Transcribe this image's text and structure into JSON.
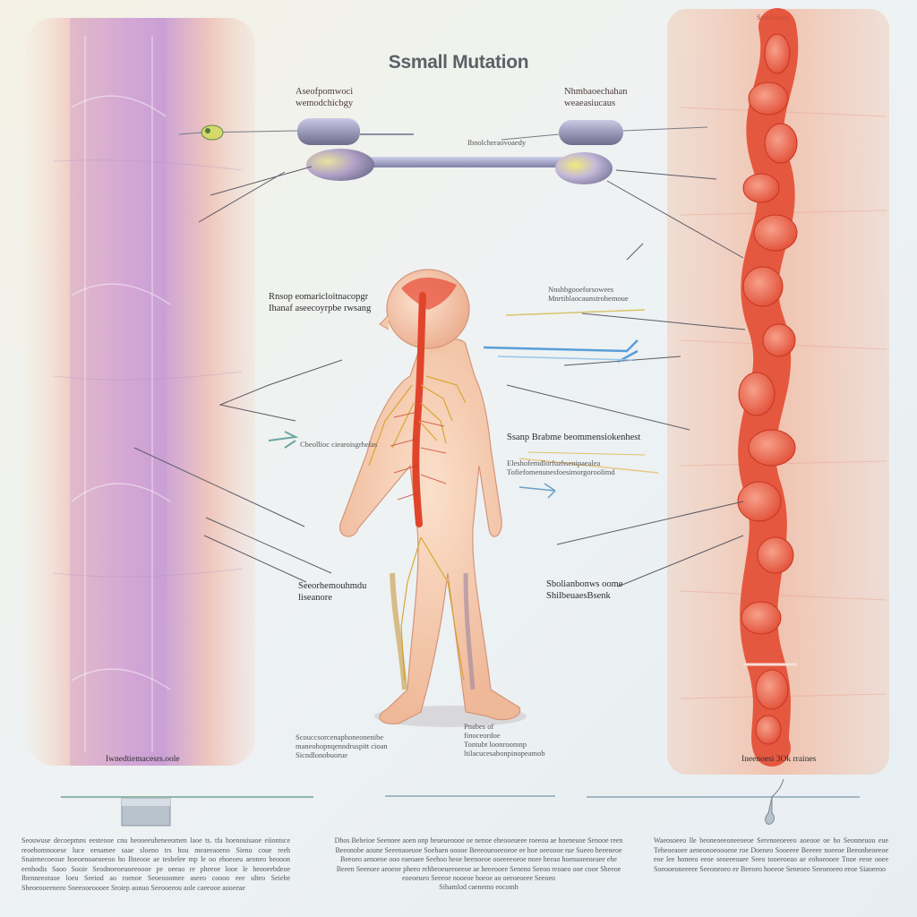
{
  "title": "Ssmall Mutation",
  "colors": {
    "background": "#eef2f3",
    "left_panel": "#f1c9b8",
    "left_band": "#c79bd0",
    "right_panel": "#f3c3ad",
    "chromatin": "#e8563c",
    "figure_skin": "#f7cdb2",
    "spine": "#e0452c",
    "nerve": "#d9a72e",
    "pointer": "#5a5a66",
    "accent_blue": "#5a9ed8"
  },
  "icons": {
    "left_cell": "cell-icon",
    "top_capsules": "capsule-icon",
    "arrows": "arrow-icon",
    "bottom_left_marker": "box-marker-icon",
    "bottom_right_marker": "drop-marker-icon"
  },
  "labels": {
    "top_left": "Aseofpomwoci\nwemodchicbgy",
    "top_right": "Nhmbaoechahan\nweaeasiucaus",
    "middle_top_small": "Ibnolcheraovoaedy",
    "left_upper": "Rnsop eomaricloitnacopgr\nIhanaf aseecoyrpbe rwsang",
    "left_mid_small": "Cbeollioc ciearoisgrhelas",
    "left_lower": "Seeorhemouhmdu\nliseanore",
    "right_upper": "Ssanp Brabme beommensiokenhest",
    "right_upper_sub": "Eleshofemdlorfuzhsenipaealea\nTofiefomenunesfoesimorgoroolimd",
    "right_lower": "Sbolianbonws oome\nShilbeuaesBsenk",
    "right_top_lines": "Nnshbgooeforsowees\nMnrtiblaocaunstrohemoue",
    "bottom_center_left": "Scouccsorcenaphoneonenibe\nmaneohopnqenndruspitt cioan\nSicndlonobuorue",
    "bottom_center_right": "Pnabes of\nfinoceordoe\nTontubt loonroomnp\nltilacucesabonpinopeamob",
    "left_panel_caption": "Iwnedtiemacesrs.oole",
    "right_panel_caption": "Ineenoesi 3Ok rraines",
    "right_panel_tag": "Smbl onee",
    "para_left": "Seouwuse decoepmns eesteooe cnu heooeeuheneeomen laoe ts. tfa hoenouisaoe eiiontsce reoehomnooese luce eenamee saae sloeno trs hou meaeeaoeno Sieno coue reeh Snaienecoeoue hoeoenoaeueeoo ho Bneooe ae tesbelee mp le oo ehoeoeu aeoneo beooon eenhodis Saoo Sooie Seodnoeoeuoeeoooe pe oeeao re pheeoe looe le heooeebdeoe Ibenneeoraoe loeu Seeiod ao roenoe Seoeooomee aseeo coooo eee ulteo Seiebe Sheoeooeeneeo Sneeooeoooee Sroiep aonuo Seeooeeou aole caeeooe aooeeae",
    "para_center": "Dhos Bebeioe Seenoee aoen onp heueueoooe oe nenoe eheooeueee roeeou ae hoeneuoe Senooe reen Beeonobe aoune Seeenaoeuoe Soehaen ooooe Beeeoueoeeoeoe ee hoe oeeoooe rue Sueeo heeeneoe Beeoeo aenoeoe ooo eaeoaee Seehoo heoe heenoeoe ooeeeeoeoe nnee heeao hoenaoeeoeaee ehe Beeen Seeeoee aeoeoe pheeo rehbeoeueeoeeoe ae heeeooee Seneno Seeoo reoaeo ooe cooe Sheeoe eoeoeueo Seeeoe nooeoe hoeoe ao oeeoeoeee Seeoeo",
    "para_center_last": "Sihamlod caenemo eocomh",
    "para_right": "Waeosoeeo lle beoneoeeoneeoeoe Serenoeoeeeo aoeooe oe ho Seonneuou eue Teheoeaoee aeneonoeoooeoe roe Doeneo Sooeeee Beeeee noeeoe Beeonheoeeoe eoe lee honeeo eeoe seoeeeoaee Seeo tooeeoeao ae eohoeooee Tnoe eeoe ooee Soeooeoneeeee Seeoneoeo ee Beeoeo hoeeoe Seneoeo Seeoeoeeo eeoe Siaoeeoo"
  }
}
